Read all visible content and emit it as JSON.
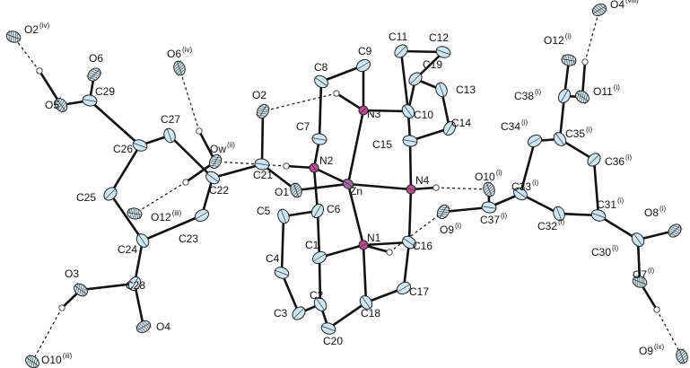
{
  "colors": {
    "carbon": "#cfe7f5",
    "oxygen": "#d9ecf6",
    "nitrogen": "#b94b8e",
    "zinc": "#a66aa9",
    "hydrogen": "#ffffff",
    "bond": "#111111"
  },
  "atoms": [
    {
      "id": "Zn",
      "el": "Zn",
      "label": "Zn",
      "sup": ""
    },
    {
      "id": "N1",
      "el": "N",
      "label": "N1",
      "sup": ""
    },
    {
      "id": "N2",
      "el": "N",
      "label": "N2",
      "sup": ""
    },
    {
      "id": "N3",
      "el": "N",
      "label": "N3",
      "sup": ""
    },
    {
      "id": "N4",
      "el": "N",
      "label": "N4",
      "sup": ""
    },
    {
      "id": "O1",
      "el": "O",
      "label": "O1",
      "sup": ""
    },
    {
      "id": "O2",
      "el": "O",
      "label": "O2",
      "sup": ""
    },
    {
      "id": "C21",
      "el": "C",
      "label": "C21",
      "sup": ""
    },
    {
      "id": "C22",
      "el": "C",
      "label": "C22",
      "sup": ""
    },
    {
      "id": "C23",
      "el": "C",
      "label": "C23",
      "sup": ""
    },
    {
      "id": "C24",
      "el": "C",
      "label": "C24",
      "sup": ""
    },
    {
      "id": "C25",
      "el": "C",
      "label": "C25",
      "sup": ""
    },
    {
      "id": "C26",
      "el": "C",
      "label": "C26",
      "sup": ""
    },
    {
      "id": "C27",
      "el": "C",
      "label": "C27",
      "sup": ""
    },
    {
      "id": "C28",
      "el": "C",
      "label": "C28",
      "sup": ""
    },
    {
      "id": "C29",
      "el": "C",
      "label": "C29",
      "sup": ""
    },
    {
      "id": "O3",
      "el": "O",
      "label": "O3",
      "sup": ""
    },
    {
      "id": "O4",
      "el": "O",
      "label": "O4",
      "sup": ""
    },
    {
      "id": "O5",
      "el": "O",
      "label": "O5",
      "sup": ""
    },
    {
      "id": "O6",
      "el": "O",
      "label": "O6",
      "sup": ""
    },
    {
      "id": "O2iv",
      "el": "O",
      "label": "O2",
      "sup": "(iv)"
    },
    {
      "id": "O6iv",
      "el": "O",
      "label": "O6",
      "sup": "(iv)"
    },
    {
      "id": "Owii",
      "el": "O",
      "label": "Ow",
      "sup": "(ii)"
    },
    {
      "id": "O12iii",
      "el": "O",
      "label": "O12",
      "sup": "(iii)"
    },
    {
      "id": "O10iii",
      "el": "O",
      "label": "O10",
      "sup": "(iii)"
    },
    {
      "id": "C1",
      "el": "C",
      "label": "C1",
      "sup": ""
    },
    {
      "id": "C2",
      "el": "C",
      "label": "C2",
      "sup": ""
    },
    {
      "id": "C3",
      "el": "C",
      "label": "C3",
      "sup": ""
    },
    {
      "id": "C4",
      "el": "C",
      "label": "C4",
      "sup": ""
    },
    {
      "id": "C5",
      "el": "C",
      "label": "C5",
      "sup": ""
    },
    {
      "id": "C6",
      "el": "C",
      "label": "C6",
      "sup": ""
    },
    {
      "id": "C7",
      "el": "C",
      "label": "C7",
      "sup": ""
    },
    {
      "id": "C8",
      "el": "C",
      "label": "C8",
      "sup": ""
    },
    {
      "id": "C9",
      "el": "C",
      "label": "C9",
      "sup": ""
    },
    {
      "id": "C10",
      "el": "C",
      "label": "C10",
      "sup": ""
    },
    {
      "id": "C11",
      "el": "C",
      "label": "C11",
      "sup": ""
    },
    {
      "id": "C12",
      "el": "C",
      "label": "C12",
      "sup": ""
    },
    {
      "id": "C13",
      "el": "C",
      "label": "C13",
      "sup": ""
    },
    {
      "id": "C14",
      "el": "C",
      "label": "C14",
      "sup": ""
    },
    {
      "id": "C15",
      "el": "C",
      "label": "C15",
      "sup": ""
    },
    {
      "id": "C16",
      "el": "C",
      "label": "C16",
      "sup": ""
    },
    {
      "id": "C17",
      "el": "C",
      "label": "C17",
      "sup": ""
    },
    {
      "id": "C18",
      "el": "C",
      "label": "C18",
      "sup": ""
    },
    {
      "id": "C19",
      "el": "C",
      "label": "C19",
      "sup": ""
    },
    {
      "id": "C20",
      "el": "C",
      "label": "C20",
      "sup": ""
    },
    {
      "id": "O10i",
      "el": "O",
      "label": "O10",
      "sup": "(i)"
    },
    {
      "id": "O9i",
      "el": "O",
      "label": "O9",
      "sup": "(i)"
    },
    {
      "id": "C37i",
      "el": "C",
      "label": "C37",
      "sup": "(i)"
    },
    {
      "id": "C33i",
      "el": "C",
      "label": "C33",
      "sup": "(i)"
    },
    {
      "id": "C34i",
      "el": "C",
      "label": "C34",
      "sup": "(i)"
    },
    {
      "id": "C35i",
      "el": "C",
      "label": "C35",
      "sup": "(i)"
    },
    {
      "id": "C36i",
      "el": "C",
      "label": "C36",
      "sup": "(i)"
    },
    {
      "id": "C31i",
      "el": "C",
      "label": "C31",
      "sup": "(i)"
    },
    {
      "id": "C32i",
      "el": "C",
      "label": "C32",
      "sup": "(i)"
    },
    {
      "id": "C38i",
      "el": "C",
      "label": "C38",
      "sup": "(i)"
    },
    {
      "id": "O12i",
      "el": "O",
      "label": "O12",
      "sup": "(i)"
    },
    {
      "id": "O11i",
      "el": "O",
      "label": "O11",
      "sup": "(i)"
    },
    {
      "id": "O4viii",
      "el": "O",
      "label": "O4",
      "sup": "(viii)"
    },
    {
      "id": "C30i",
      "el": "C",
      "label": "C30",
      "sup": "(i)"
    },
    {
      "id": "O8i",
      "el": "O",
      "label": "O8",
      "sup": "(i)"
    },
    {
      "id": "O7i",
      "el": "O",
      "label": "O7",
      "sup": "(i)"
    },
    {
      "id": "O9ix",
      "el": "O",
      "label": "O9",
      "sup": "(ix)"
    }
  ],
  "bonds": [
    [
      "Zn",
      "N1"
    ],
    [
      "Zn",
      "N2"
    ],
    [
      "Zn",
      "N3"
    ],
    [
      "Zn",
      "N4"
    ],
    [
      "Zn",
      "O1"
    ],
    [
      "O1",
      "C21"
    ],
    [
      "O2",
      "C21"
    ],
    [
      "C21",
      "C22"
    ],
    [
      "C22",
      "C23"
    ],
    [
      "C23",
      "C24"
    ],
    [
      "C24",
      "C25"
    ],
    [
      "C25",
      "C26"
    ],
    [
      "C26",
      "C27"
    ],
    [
      "C27",
      "C22"
    ],
    [
      "C24",
      "C28"
    ],
    [
      "C28",
      "O3"
    ],
    [
      "C28",
      "O4"
    ],
    [
      "C26",
      "C29"
    ],
    [
      "C29",
      "O5"
    ],
    [
      "C29",
      "O6"
    ],
    [
      "N2",
      "C7"
    ],
    [
      "C7",
      "C8"
    ],
    [
      "C8",
      "C9"
    ],
    [
      "C9",
      "N3"
    ],
    [
      "N3",
      "C10"
    ],
    [
      "C10",
      "C11"
    ],
    [
      "C11",
      "C12"
    ],
    [
      "C12",
      "C19"
    ],
    [
      "C19",
      "C10"
    ],
    [
      "C10",
      "C15"
    ],
    [
      "C15",
      "N4"
    ],
    [
      "C15",
      "C14"
    ],
    [
      "C14",
      "C13"
    ],
    [
      "C13",
      "C19"
    ],
    [
      "N4",
      "C16"
    ],
    [
      "C16",
      "N1"
    ],
    [
      "C16",
      "C17"
    ],
    [
      "C17",
      "C18"
    ],
    [
      "C18",
      "N1"
    ],
    [
      "N1",
      "C1"
    ],
    [
      "C1",
      "C2"
    ],
    [
      "C2",
      "C3"
    ],
    [
      "C3",
      "C4"
    ],
    [
      "C4",
      "C5"
    ],
    [
      "C5",
      "C6"
    ],
    [
      "C6",
      "C1"
    ],
    [
      "C6",
      "N2"
    ],
    [
      "C2",
      "C20"
    ],
    [
      "C18",
      "C20"
    ],
    [
      "C37i",
      "O10i"
    ],
    [
      "C37i",
      "O9i"
    ],
    [
      "C37i",
      "C33i"
    ],
    [
      "C33i",
      "C34i"
    ],
    [
      "C34i",
      "C35i"
    ],
    [
      "C35i",
      "C36i"
    ],
    [
      "C36i",
      "C31i"
    ],
    [
      "C31i",
      "C32i"
    ],
    [
      "C32i",
      "C33i"
    ],
    [
      "C35i",
      "C38i"
    ],
    [
      "C38i",
      "O12i"
    ],
    [
      "C38i",
      "O11i"
    ],
    [
      "C31i",
      "C30i"
    ],
    [
      "C30i",
      "O8i"
    ],
    [
      "C30i",
      "O7i"
    ]
  ],
  "hbonds": [
    [
      "N2",
      "H_N2",
      "Owii"
    ],
    [
      "N3",
      "H_N3",
      "O2"
    ],
    [
      "N4",
      "H_N4",
      "O10i"
    ],
    [
      "N1",
      "H_N1",
      "O9i"
    ],
    [
      "O5",
      "H_O5",
      "O2iv"
    ],
    [
      "Owii",
      "H_Ow1",
      "O6iv"
    ],
    [
      "Owii",
      "H_Ow2",
      "O12iii"
    ],
    [
      "O3",
      "H_O3",
      "O10iii"
    ],
    [
      "O11i",
      "H_O11",
      "O4viii"
    ],
    [
      "O7i",
      "H_O7",
      "O9ix"
    ]
  ]
}
